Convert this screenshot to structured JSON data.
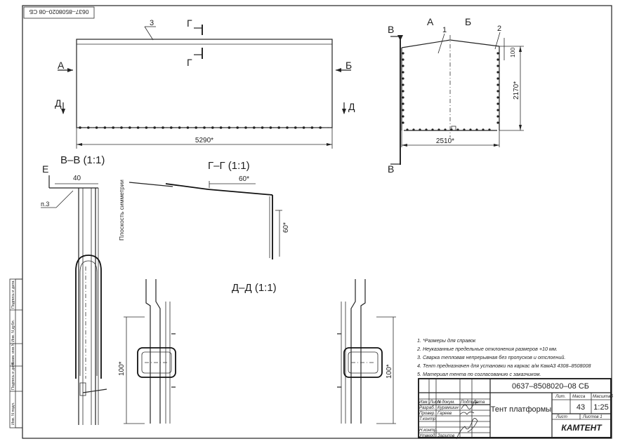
{
  "stamp_top": "0637–8508020–08 СБ",
  "views": {
    "top": {
      "label_3": "3",
      "label_A": "А",
      "label_B": "Б",
      "label_G": "Г",
      "label_G2": "Г",
      "label_D": "Д",
      "label_D2": "Д",
      "dim_length": "5290*"
    },
    "side": {
      "label_V_top": "В",
      "label_V_bot": "В",
      "label_A": "А",
      "label_B": "Б",
      "label_1": "1",
      "label_2": "2",
      "dim_100": "100",
      "dim_height": "2170*",
      "dim_width": "2510*"
    },
    "section_vv": {
      "title": "В–В (1:1)",
      "label_E": "Е",
      "dim_40": "40",
      "label_p3": "п.3"
    },
    "section_gg": {
      "title": "Г–Г (1:1)",
      "plane_label": "Плоскость симметрии",
      "dim_60a": "60*",
      "dim_60b": "60*"
    },
    "section_dd": {
      "title": "Д–Д (1:1)",
      "dim_left": "100*",
      "dim_right": "100*"
    }
  },
  "notes": [
    "1. *Размеры для справок",
    "2. Неуказанные предельные отклонения размеров +10 мм.",
    "3. Сварка тепловая непрерывная без пропусков и отслоений.",
    "4. Тент предназначен для установки на каркас а/м КамАЗ 4308–8508008",
    "5. Материал тента по согласованию с заказчиком."
  ],
  "title_block": {
    "doc_number": "0637–8508020–08 СБ",
    "name": "Тент платформы",
    "lit_header": "Лит.",
    "mass_header": "Масса",
    "scale_header": "Масштаб",
    "mass": "43",
    "scale": "1:25",
    "sheet_label": "Лист",
    "sheets_label": "Листов 1",
    "company": "КАМТЕНТ",
    "row_headers": [
      "Изм.",
      "Лист",
      "N докум.",
      "Подпись",
      "Дата"
    ],
    "roles": [
      "Разраб.",
      "Провер.",
      "Т.контр.",
      "",
      "Н.контр.",
      "Утверд."
    ],
    "people": [
      "Курамшин",
      "Гареев",
      "",
      "",
      "",
      "Зарипов"
    ]
  },
  "side_strip": [
    "Инв. N подл.",
    "Подпись и дата",
    "Взам. инв.N",
    "Инв. N дубл.",
    "Подпись и дата"
  ]
}
